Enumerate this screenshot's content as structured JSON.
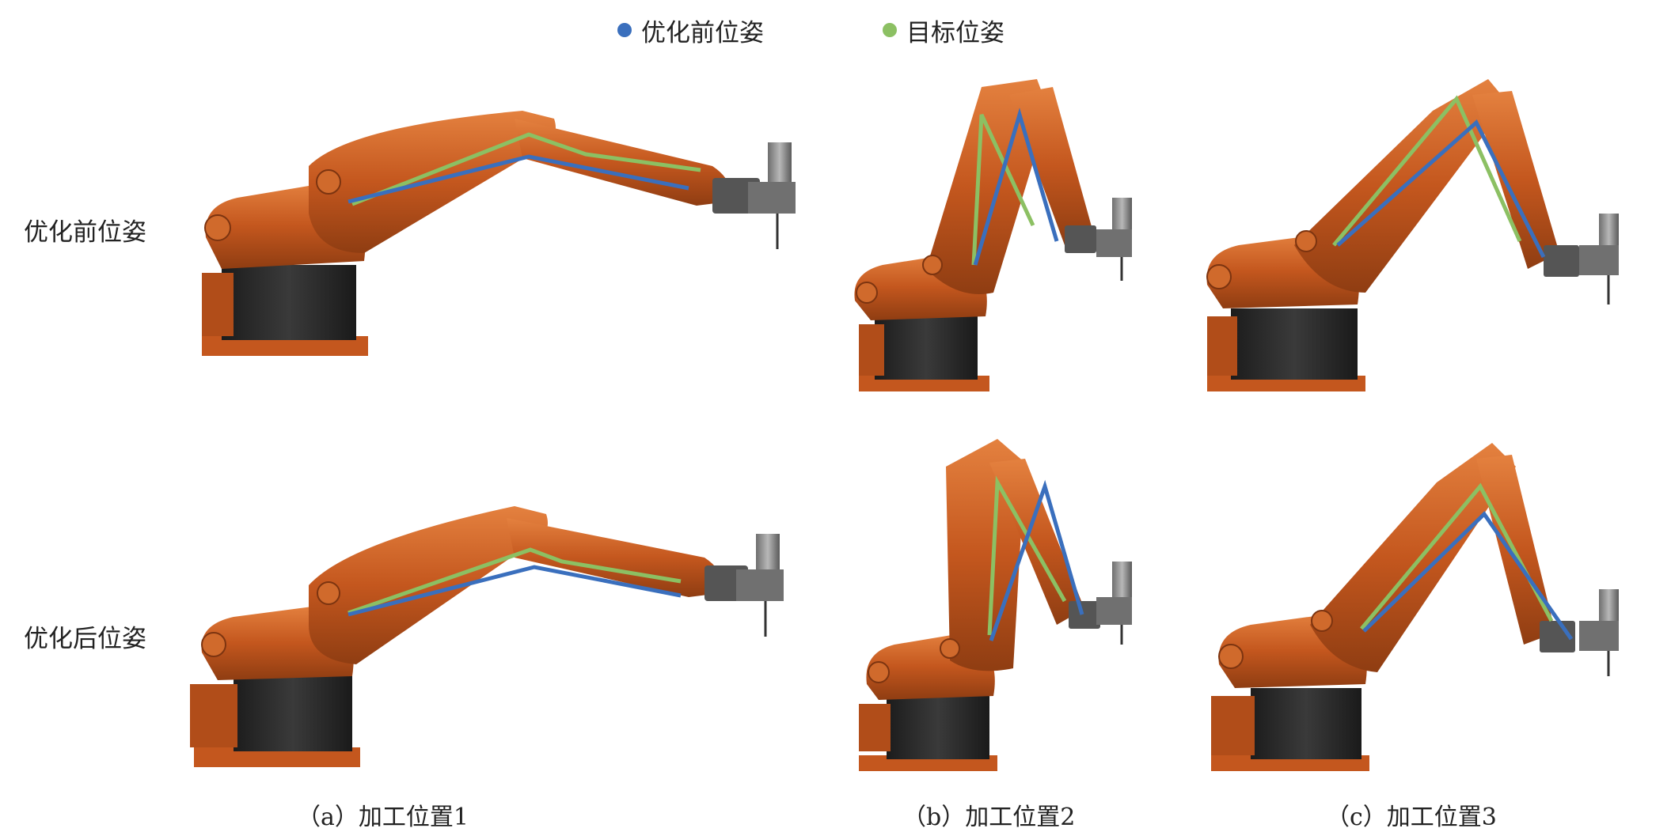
{
  "legend": {
    "items": [
      {
        "label": "优化前位姿",
        "color": "#3a6fbd"
      },
      {
        "label": "目标位姿",
        "color": "#8cc063"
      }
    ]
  },
  "rows": {
    "before": "优化前位姿",
    "after": "优化后位姿"
  },
  "captions": {
    "a": "（a）加工位置1",
    "b": "（b）加工位置2",
    "c": "（c）加工位置3"
  },
  "colors": {
    "robot_body": "#c4571e",
    "robot_highlight": "#e4813f",
    "robot_base": "#2d2d2d",
    "spindle": "#8a8a8a",
    "before_line": "#3a6fbd",
    "target_line": "#8cc063"
  }
}
